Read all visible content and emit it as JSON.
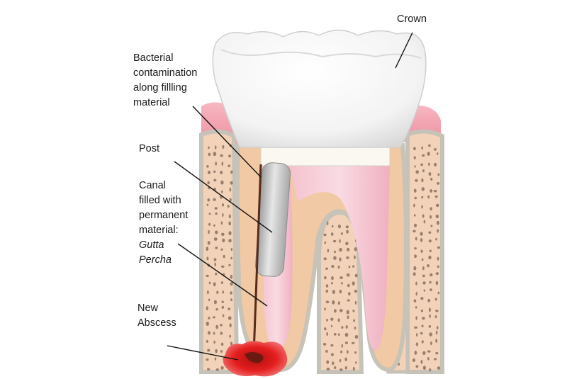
{
  "labels": {
    "crown": "Crown",
    "bacterial": [
      "Bacterial",
      "contamination",
      "along fillling",
      "material"
    ],
    "post": "Post",
    "canal": [
      "Canal",
      "filled with",
      "permanent",
      "material:"
    ],
    "canal_italic": [
      "Gutta",
      "Percha"
    ],
    "abscess": [
      "New",
      "Abscess"
    ]
  },
  "colors": {
    "gum": "#f29aa8",
    "bone": "#f2d3ba",
    "bone_outline": "#c7c2b8",
    "root": "#f1c9a4",
    "pulp": "#f2b3c4",
    "crown": "#ffffff",
    "post": "#bfbfbf",
    "abscess": "#e02020",
    "contamination": "#5a2a1a"
  }
}
